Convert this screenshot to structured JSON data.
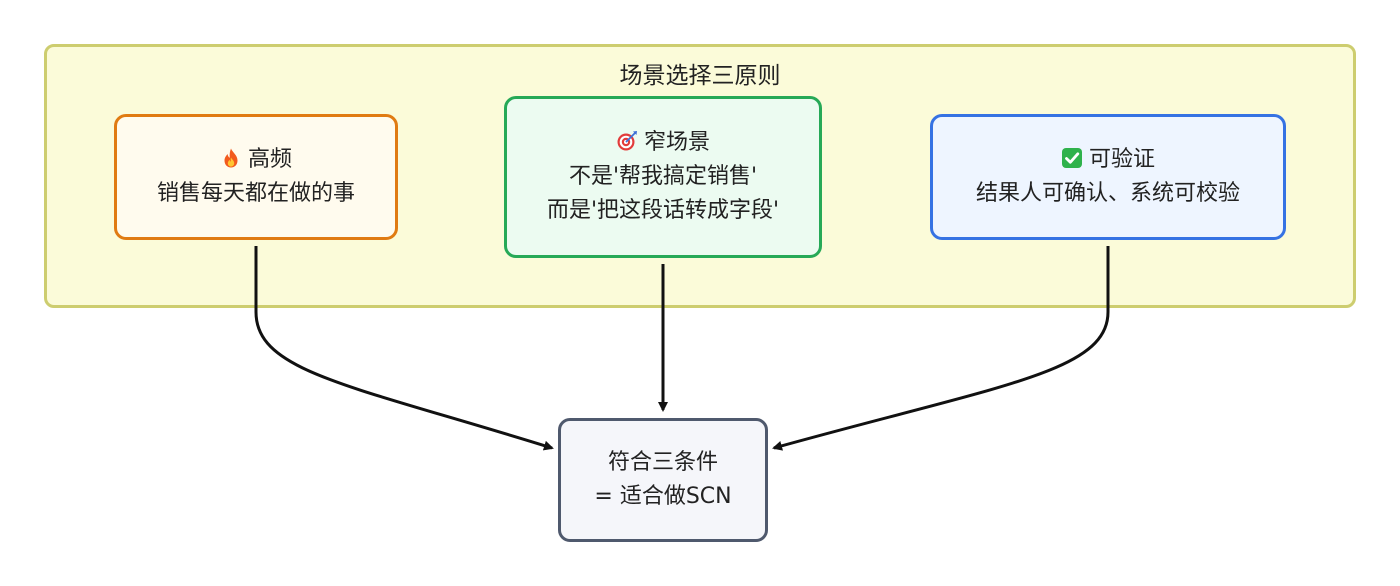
{
  "diagram": {
    "cluster": {
      "title": "场景选择三原则"
    },
    "nodes": {
      "high_frequency": {
        "icon": "fire-icon",
        "title": "高频",
        "line2": "销售每天都在做的事"
      },
      "narrow_scenario": {
        "icon": "target-icon",
        "title": "窄场景",
        "line2": "不是'帮我搞定销售'",
        "line3": "而是'把这段话转成字段'"
      },
      "verifiable": {
        "icon": "check-box-icon",
        "title": "可验证",
        "line2": "结果人可确认、系统可校验"
      },
      "result": {
        "line1": "符合三条件",
        "line2": "= 适合做SCN"
      }
    },
    "colors": {
      "cluster_fill": "#fbfbd9",
      "cluster_border": "#cdcd6f",
      "high_frequency_border": "#e07b12",
      "narrow_scenario_border": "#26a957",
      "verifiable_border": "#3572e3",
      "result_border": "#4f596d",
      "arrow": "#111111"
    }
  }
}
